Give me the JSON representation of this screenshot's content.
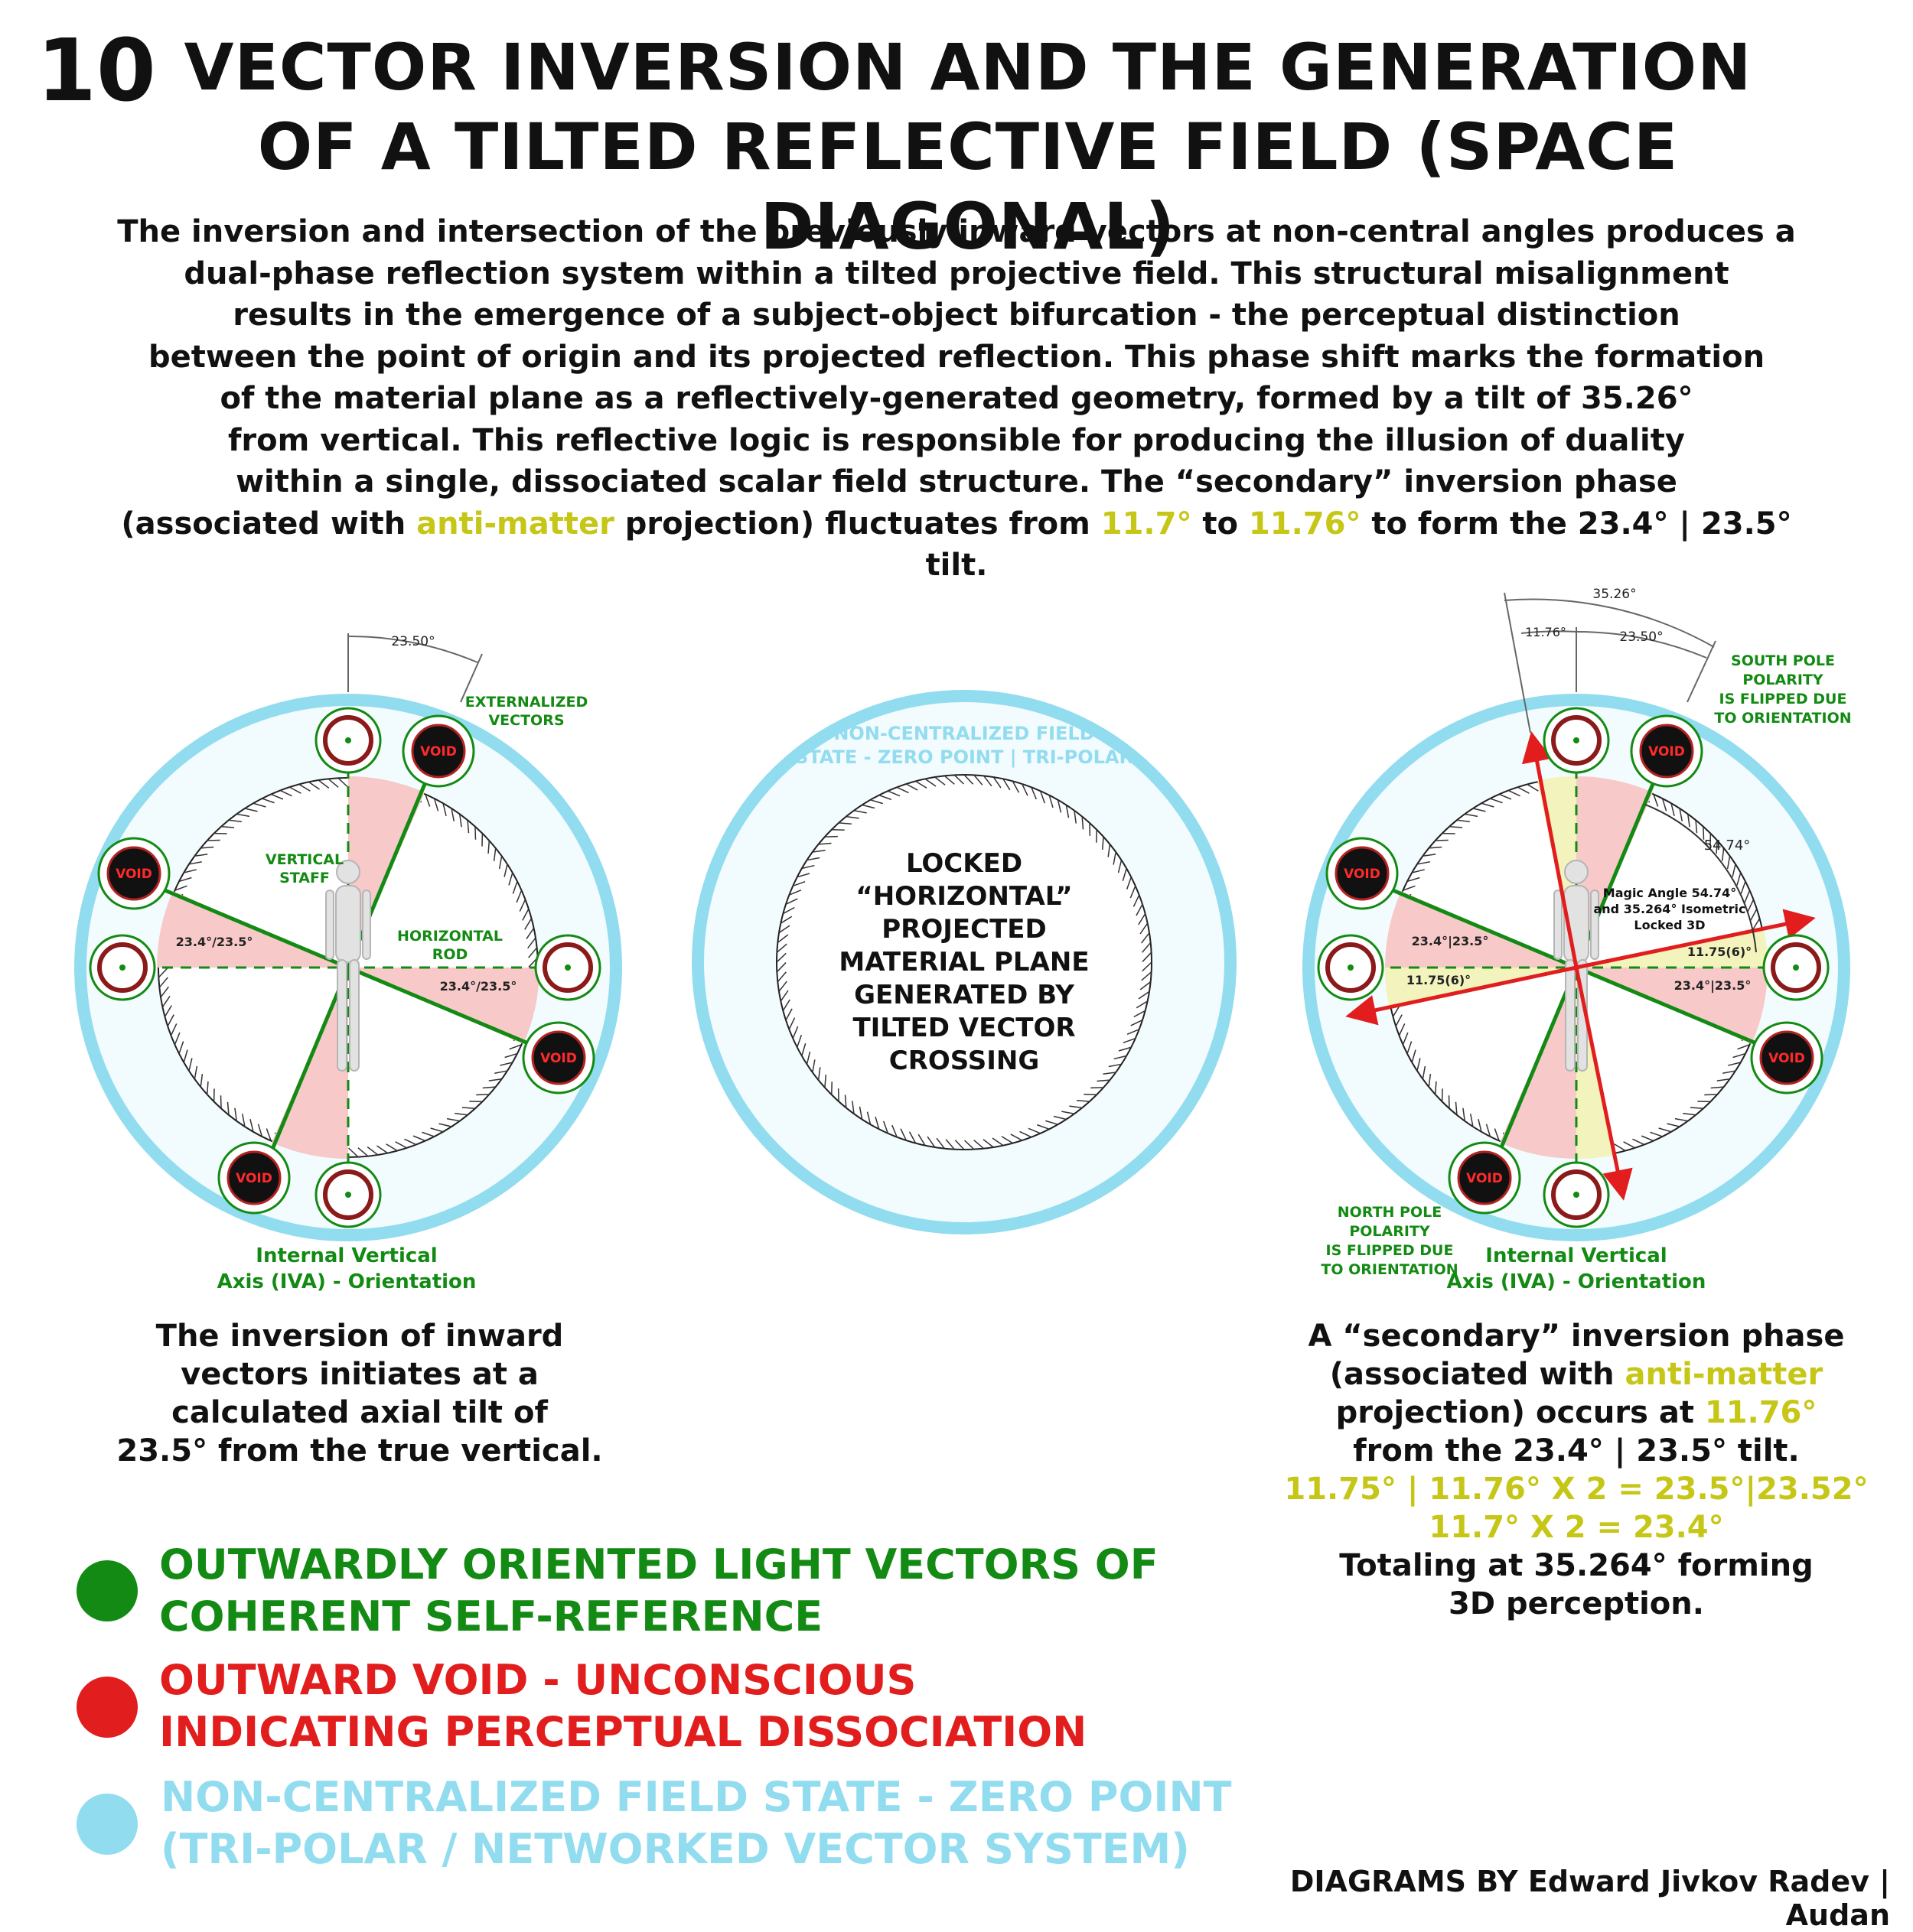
{
  "page_number": "10",
  "title": {
    "line1": "VECTOR INVERSION AND THE GENERATION",
    "line2": "OF A TILTED REFLECTIVE FIELD (SPACE DIAGONAL)"
  },
  "intro": {
    "lines": [
      "The inversion and intersection of the previously inward vectors at non-central angles produces a",
      "dual-phase reflection system within a tilted projective field. This structural misalignment",
      "results in the emergence of a subject-object bifurcation - the perceptual distinction",
      "between the point of origin and its projected reflection. This phase shift marks the formation",
      "of the material plane as a reflectively-generated geometry, formed by a tilt of 35.26°",
      "from vertical. This reflective logic is responsible for producing the illusion of duality",
      "within a single, dissociated scalar field structure. The “secondary” inversion phase"
    ],
    "last_a": "(associated with ",
    "last_hl1": "anti-matter",
    "last_b": " projection) fluctuates from ",
    "last_hl2": "11.7°",
    "last_c": " to ",
    "last_hl3": "11.76°",
    "last_d": " to form the 23.4° | 23.5° tilt."
  },
  "colors": {
    "green": "#138a13",
    "red": "#e11d1d",
    "cyan": "#92dcef",
    "yellow": "#c6c617",
    "pink": "#f7c9c9",
    "pale_yellow": "#f3f3bd"
  },
  "left_diagram": {
    "angle_top": "23.50°",
    "externalized_l1": "EXTERNALIZED",
    "externalized_l2": "VECTORS",
    "vertical_l1": "VERTICAL",
    "vertical_l2": "STAFF",
    "horizontal_l1": "HORIZONTAL",
    "horizontal_l2": "ROD",
    "angle_left": "23.4°/23.5°",
    "angle_right": "23.4°/23.5°",
    "void": "VOID",
    "axis_l1": "Internal Vertical",
    "axis_l2": "Axis (IVA) - Orientation"
  },
  "center_diagram": {
    "field_l1": "NON-CENTRALIZED FIELD",
    "field_l2": "STATE - ZERO POINT | TRI-POLAR",
    "locked": [
      "LOCKED",
      "“HORIZONTAL”",
      "PROJECTED",
      "MATERIAL PLANE",
      "GENERATED BY",
      "TILTED VECTOR",
      "CROSSING"
    ]
  },
  "right_diagram": {
    "angle_total": "35.26°",
    "angle_small": "11.76°",
    "angle_top": "23.50°",
    "south_l1": "SOUTH POLE",
    "south_l2": "POLARITY",
    "south_l3": "IS FLIPPED DUE",
    "south_l4": "TO ORIENTATION",
    "magic_angle": "54.74°",
    "magic_l1": "Magic Angle 54.74°",
    "magic_l2": "and 35.264° Isometric",
    "magic_l3": "Locked 3D",
    "angle_left_upper": "23.4°|23.5°",
    "angle_left_lower": "11.75(6)°",
    "angle_right_upper": "11.75(6)°",
    "angle_right_lower": "23.4°|23.5°",
    "void": "VOID",
    "north_l1": "NORTH POLE",
    "north_l2": "POLARITY",
    "north_l3": "IS FLIPPED DUE",
    "north_l4": "TO ORIENTATION",
    "axis_l1": "Internal Vertical",
    "axis_l2": "Axis (IVA) - Orientation"
  },
  "caption_left": {
    "lines": [
      "The inversion of inward",
      "vectors initiates at a",
      "calculated axial tilt of",
      "23.5° from the true vertical."
    ]
  },
  "caption_right": {
    "l1": "A “secondary” inversion phase",
    "l2a": "(associated with ",
    "l2hl": "anti-matter",
    "l3a": "projection) occurs at ",
    "l3hl": "11.76°",
    "l4": "from the 23.4° | 23.5° tilt.",
    "l5": "11.75° | 11.76° X 2 = 23.5°|23.52°",
    "l6": "11.7° X 2 = 23.4°",
    "l7": "Totaling at 35.264° forming",
    "l8": "3D perception."
  },
  "legend": [
    {
      "l1": "OUTWARDLY ORIENTED LIGHT VECTORS OF",
      "l2": "COHERENT SELF-REFERENCE"
    },
    {
      "l1": "OUTWARD VOID - UNCONSCIOUS",
      "l2": "INDICATING PERCEPTUAL DISSOCIATION"
    },
    {
      "l1": "NON-CENTRALIZED FIELD STATE - ZERO POINT",
      "l2": "(TRI-POLAR / NETWORKED VECTOR SYSTEM)"
    }
  ],
  "credits": "DIAGRAMS BY Edward Jivkov Radev | Audan"
}
